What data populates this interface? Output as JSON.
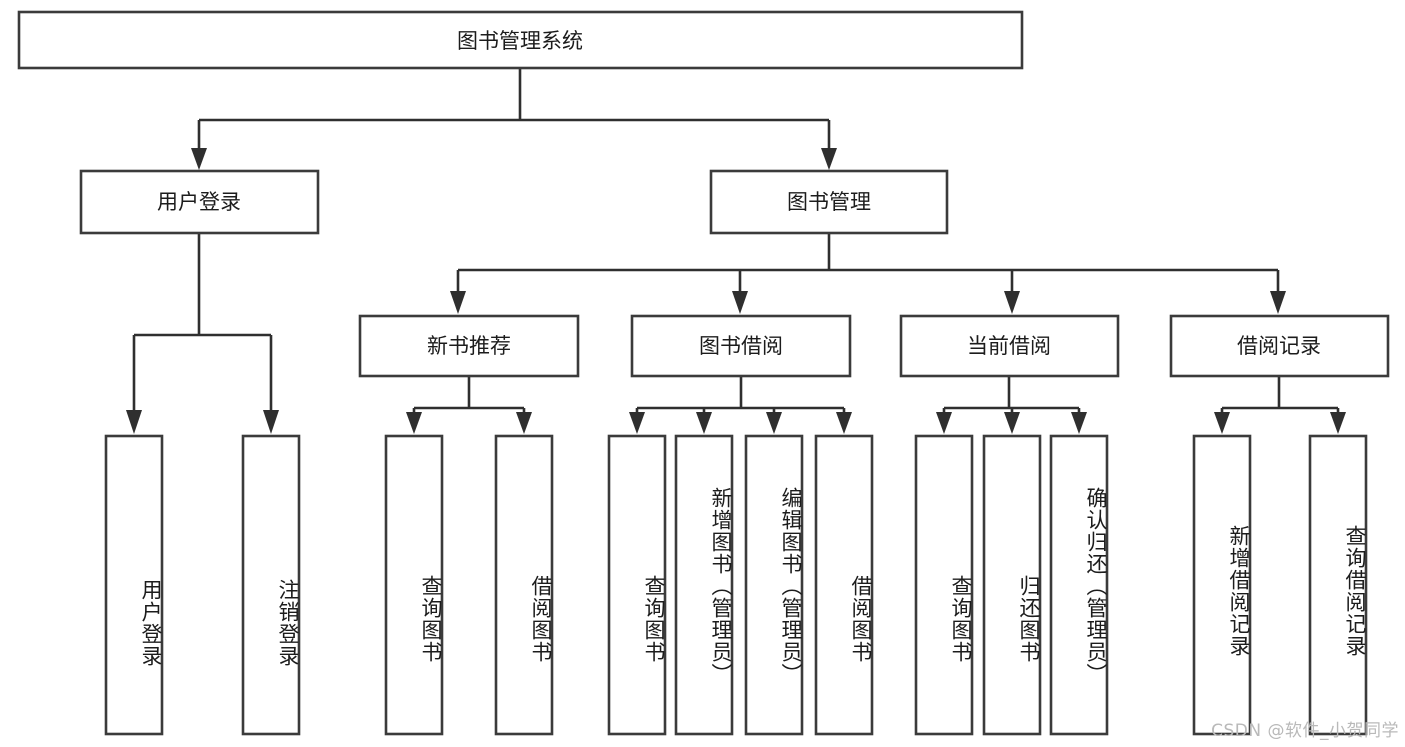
{
  "diagram": {
    "title": "图书管理系统",
    "type": "tree-hierarchy",
    "root": {
      "label": "图书管理系统"
    },
    "level2": [
      {
        "label": "用户登录"
      },
      {
        "label": "图书管理"
      }
    ],
    "level3": [
      {
        "label": "新书推荐"
      },
      {
        "label": "图书借阅"
      },
      {
        "label": "当前借阅"
      },
      {
        "label": "借阅记录"
      }
    ],
    "leaves": {
      "user_login": [
        {
          "label": "用户登录"
        },
        {
          "label": "注销登录"
        }
      ],
      "new_book_recommend": [
        {
          "label": "查询图书"
        },
        {
          "label": "借阅图书"
        }
      ],
      "book_borrow": [
        {
          "label": "查询图书"
        },
        {
          "label": "新增图书（管理员）"
        },
        {
          "label": "编辑图书（管理员）"
        },
        {
          "label": "借阅图书"
        }
      ],
      "current_borrow": [
        {
          "label": "查询图书"
        },
        {
          "label": "归还图书"
        },
        {
          "label": "确认归还（管理员）"
        }
      ],
      "borrow_record": [
        {
          "label": "新增借阅记录"
        },
        {
          "label": "查询借阅记录"
        }
      ]
    }
  },
  "watermark": {
    "text": "CSDN @软件_小贺同学"
  },
  "colors": {
    "background": "#ffffff",
    "box_stroke": "#3b3b3b",
    "edge_stroke": "#2f2f2f",
    "text": "#1c1c1c",
    "watermark": "#b9b9b9"
  }
}
